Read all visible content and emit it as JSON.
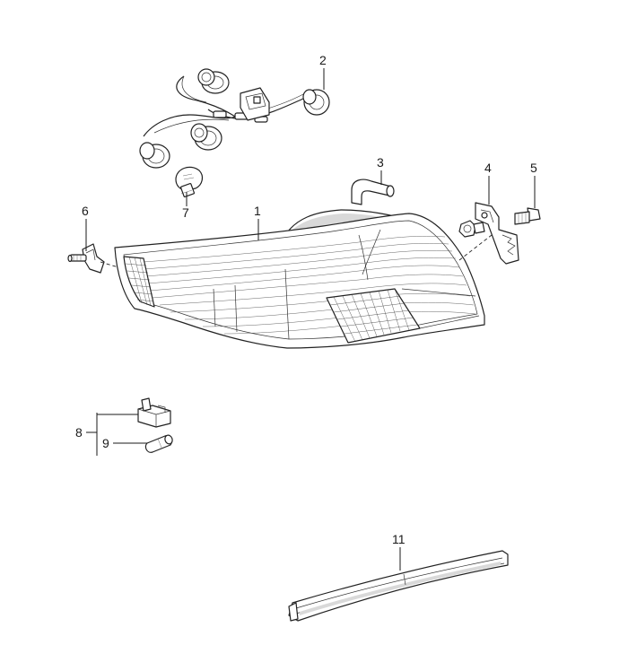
{
  "callouts": [
    {
      "id": "1",
      "label": "1"
    },
    {
      "id": "2",
      "label": "2"
    },
    {
      "id": "3",
      "label": "3"
    },
    {
      "id": "4",
      "label": "4"
    },
    {
      "id": "5",
      "label": "5"
    },
    {
      "id": "6",
      "label": "6"
    },
    {
      "id": "7",
      "label": "7"
    },
    {
      "id": "8",
      "label": "8"
    },
    {
      "id": "9",
      "label": "9"
    },
    {
      "id": "11",
      "label": "11"
    }
  ],
  "colors": {
    "line": "#222222",
    "background": "#ffffff"
  }
}
